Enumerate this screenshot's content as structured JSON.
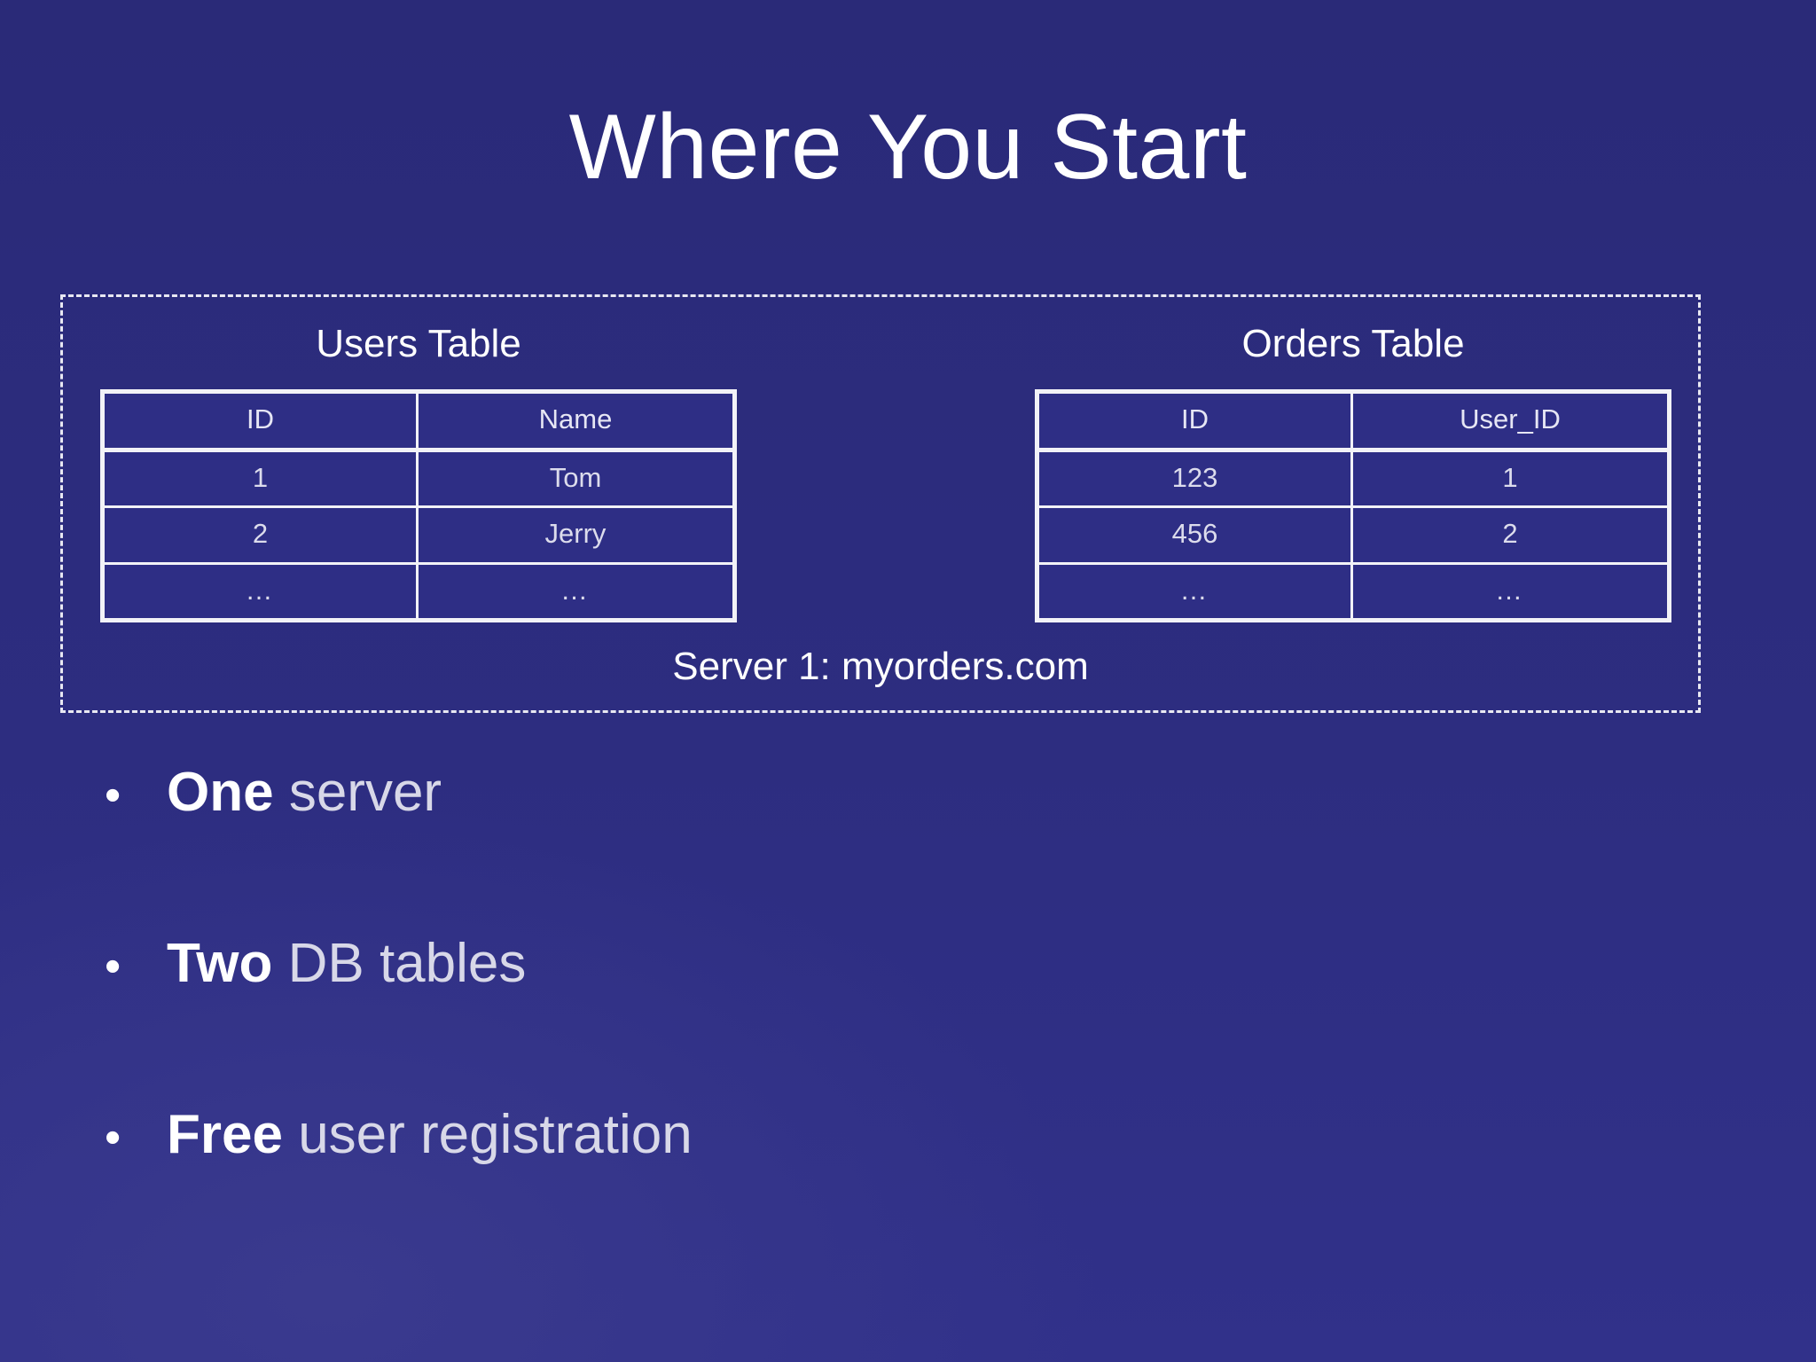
{
  "slide": {
    "title": "Where You Start",
    "background_color": "#2b2b7d",
    "text_color": "#ffffff"
  },
  "diagram": {
    "server_label": "Server 1: myorders.com",
    "bullet_glyph": "•",
    "tables": [
      {
        "caption": "Users Table",
        "columns": [
          "ID",
          "Name"
        ],
        "rows": [
          [
            "1",
            "Tom"
          ],
          [
            "2",
            "Jerry"
          ],
          [
            "…",
            "…"
          ]
        ]
      },
      {
        "caption": "Orders Table",
        "columns": [
          "ID",
          "User_ID"
        ],
        "rows": [
          [
            "123",
            "1"
          ],
          [
            "456",
            "2"
          ],
          [
            "…",
            "…"
          ]
        ]
      }
    ]
  },
  "bullets": [
    {
      "strong": "One",
      "rest": " server"
    },
    {
      "strong": "Two",
      "rest": " DB tables"
    },
    {
      "strong": "Free",
      "rest": " user registration"
    }
  ]
}
